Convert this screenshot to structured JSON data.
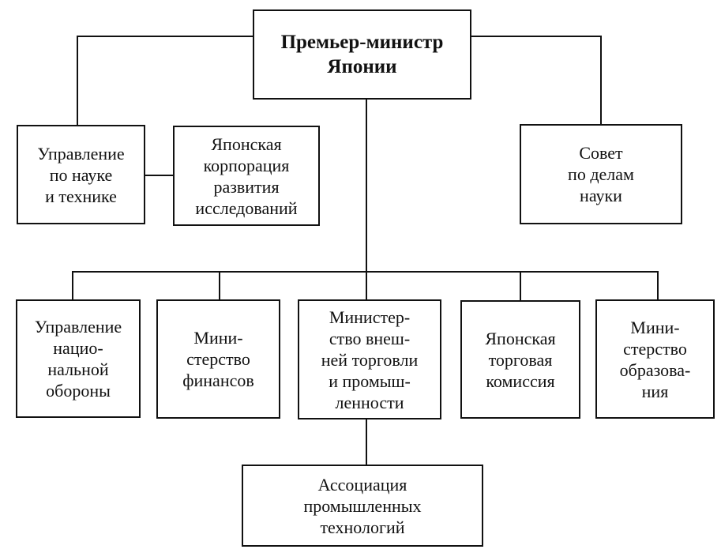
{
  "nodes": {
    "pm": {
      "lines": [
        "Премьер-министр",
        "Японии"
      ]
    },
    "science_mgmt": {
      "lines": [
        "Управление",
        "по науке",
        "и технике"
      ]
    },
    "jrdc": {
      "lines": [
        "Японская",
        "корпорация",
        "развития",
        "исследований"
      ]
    },
    "science_council": {
      "lines": [
        "Совет",
        "по делам",
        "науки"
      ]
    },
    "defense": {
      "lines": [
        "Управление",
        "нацио-",
        "нальной",
        "обороны"
      ]
    },
    "finance": {
      "lines": [
        "Мини-",
        "стерство",
        "финансов"
      ]
    },
    "miti": {
      "lines": [
        "Министер-",
        "ство внеш-",
        "ней торговли",
        "и промыш-",
        "ленности"
      ]
    },
    "trade_commission": {
      "lines": [
        "Японская",
        "торговая",
        "комиссия"
      ]
    },
    "education": {
      "lines": [
        "Мини-",
        "стерство",
        "образова-",
        "ния"
      ]
    },
    "industrial_tech": {
      "lines": [
        "Ассоциация",
        "промышленных",
        "технологий"
      ]
    }
  }
}
